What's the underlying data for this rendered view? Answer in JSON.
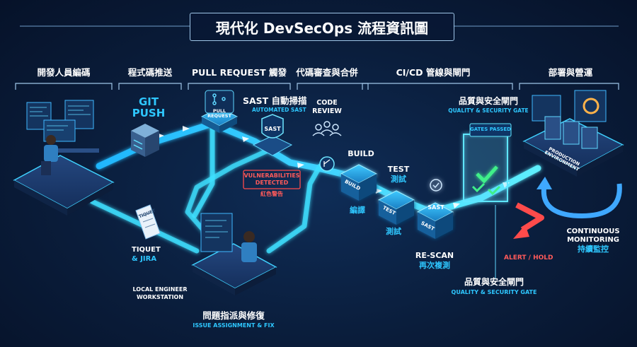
{
  "title": "現代化 DevSecOps 流程資訊圖",
  "sections": [
    "開發人員編碼",
    "程式碼推送",
    "PULL REQUEST 觸發",
    "代碼審查與合併",
    "CI/CD 管線與閘門",
    "部署與營運"
  ],
  "git": {
    "line1": "GIT",
    "line2": "PUSH"
  },
  "pull_request_icon_text": "PULL\nREQUEST",
  "sast": {
    "title": "SAST 自動掃描",
    "subtitle": "AUTOMATED SAST",
    "badge": "SAST"
  },
  "vulnerabilities": {
    "line1": "VULNERABILITIES",
    "line2": "DETECTED",
    "note": "紅色警告"
  },
  "code_review": {
    "line1": "CODE",
    "line2": "REVIEW"
  },
  "build": {
    "title": "BUILD",
    "cube": "BUILD",
    "zh": "編譯"
  },
  "test": {
    "title": "TEST",
    "zh_top": "測試",
    "cube": "TEST",
    "zh_bottom": "測試"
  },
  "rescan": {
    "cube_top": "SAST",
    "cube_side": "SAST",
    "title": "RE-SCAN",
    "zh": "再次複測"
  },
  "gate_top": {
    "zh": "品質與安全閘門",
    "en": "QUALITY & SECURITY GATE",
    "sign": "GATES PASSED"
  },
  "gate_bottom": {
    "zh": "品質與安全閘門",
    "en": "QUALITY & SECURITY GATE"
  },
  "alert": "ALERT / HOLD",
  "production": "PRODUCTION\nENVIRONMENT",
  "monitoring": {
    "line1": "CONTINUOUS",
    "line2": "MONITORING",
    "zh": "持續監控"
  },
  "tiquet": {
    "card": "TIQUET",
    "line1": "TIQUET",
    "line2": "& JIRA"
  },
  "local_engineer": {
    "line1": "LOCAL ENGINEER",
    "line2": "WORKSTATION"
  },
  "issue": {
    "zh": "問題指派與修復",
    "en": "ISSUE ASSIGNMENT & FIX"
  },
  "colors": {
    "background": "#0a1d3b",
    "accent": "#2ec7ff",
    "pipe": "#3fe0ff",
    "alert": "#ff4b4b",
    "platform": "#1b3a6e"
  }
}
